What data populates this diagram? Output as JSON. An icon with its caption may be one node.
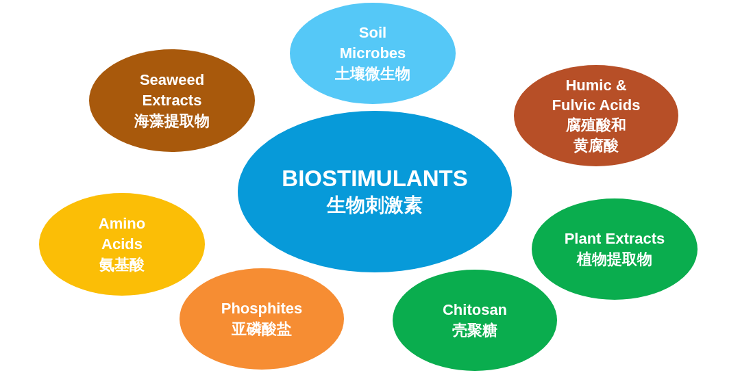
{
  "diagram": {
    "nodes": [
      {
        "text": [
          "Soil Microbes",
          "土壤微生物"
        ]
      },
      {
        "text": [
          "Seaweed Extracts",
          "海藻提取物"
        ]
      },
      {
        "text": [
          "Humic & Fulvic Acids",
          "腐殖酸和黄腐酸"
        ]
      },
      {
        "text": [
          "BIOSTIMULANTS",
          "生物刺激素"
        ]
      },
      {
        "text": [
          "Amino Acids",
          "氨基酸"
        ]
      },
      {
        "text": [
          "Plant Extracts",
          "植物提取物"
        ]
      },
      {
        "text": [
          "Phosphites",
          "亚磷酸盐"
        ]
      },
      {
        "text": [
          "Chitosan",
          "壳聚糖"
        ]
      }
    ]
  }
}
